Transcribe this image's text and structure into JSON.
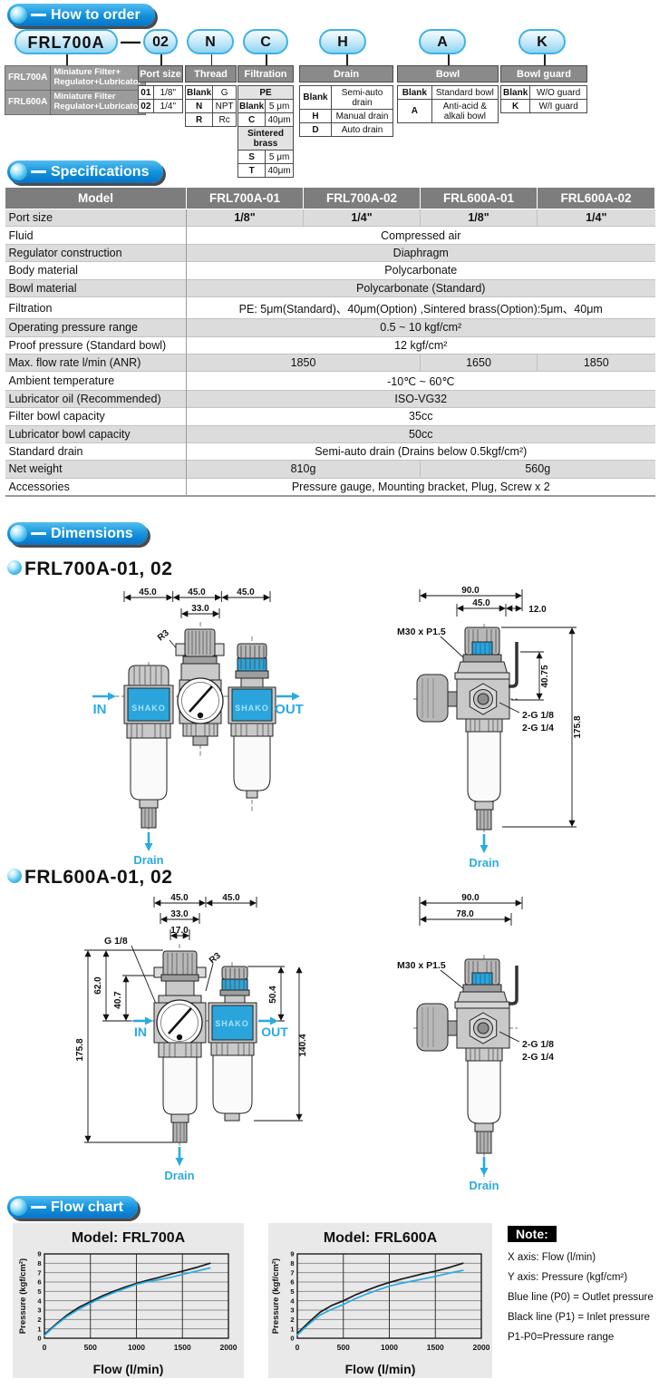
{
  "colors": {
    "accent_blue": "#29abe2",
    "band_blue": "#2aa5dc",
    "table_header_gray": "#7d7d7d",
    "panel_gray": "#e9e9e9",
    "line_black": "#1a1a1a"
  },
  "sections": {
    "how_to_order": "How to order",
    "specifications": "Specifications",
    "dimensions": "Dimensions",
    "flow_chart": "Flow chart"
  },
  "order": {
    "model_code": "FRL700A",
    "separator": "—",
    "codes": [
      "02",
      "N",
      "C",
      "H",
      "A",
      "K"
    ],
    "model_table": [
      {
        "code": "FRL700A",
        "desc": "Miniature Filter+ Regulator+Lubricator"
      },
      {
        "code": "FRL600A",
        "desc": "Miniature Filter Regulator+Lubricator"
      }
    ],
    "columns": [
      {
        "header": "Port size",
        "rows": [
          [
            "01",
            "1/8\""
          ],
          [
            "02",
            "1/4\""
          ]
        ]
      },
      {
        "header": "Thread",
        "rows": [
          [
            "Blank",
            "G"
          ],
          [
            "N",
            "NPT"
          ],
          [
            "R",
            "Rc"
          ]
        ]
      },
      {
        "header": "Filtration",
        "rows": [
          {
            "group": "PE"
          },
          [
            "Blank",
            "5 μm"
          ],
          [
            "C",
            "40μm"
          ],
          {
            "group": "Sintered brass"
          },
          [
            "S",
            "5 μm"
          ],
          [
            "T",
            "40μm"
          ]
        ]
      },
      {
        "header": "Drain",
        "rows": [
          [
            "Blank",
            "Semi-auto drain"
          ],
          [
            "H",
            "Manual drain"
          ],
          [
            "D",
            "Auto drain"
          ]
        ]
      },
      {
        "header": "Bowl",
        "rows": [
          [
            "Blank",
            "Standard bowl"
          ],
          [
            "A",
            "Anti-acid & alkali bowl"
          ]
        ]
      },
      {
        "header": "Bowl guard",
        "rows": [
          [
            "Blank",
            "W/O guard"
          ],
          [
            "K",
            "W/I guard"
          ]
        ]
      }
    ]
  },
  "specs": {
    "headers": [
      "Model",
      "FRL700A-01",
      "FRL700A-02",
      "FRL600A-01",
      "FRL600A-02"
    ],
    "rows": [
      {
        "label": "Port size",
        "bold": true,
        "cells": [
          {
            "t": "1/8\"",
            "s": 1
          },
          {
            "t": "1/4\"",
            "s": 1
          },
          {
            "t": "1/8\"",
            "s": 1
          },
          {
            "t": "1/4\"",
            "s": 1
          }
        ]
      },
      {
        "label": "Fluid",
        "cells": [
          {
            "t": "Compressed air",
            "s": 4
          }
        ]
      },
      {
        "label": "Regulator construction",
        "cells": [
          {
            "t": "Diaphragm",
            "s": 4
          }
        ]
      },
      {
        "label": "Body material",
        "cells": [
          {
            "t": "Polycarbonate",
            "s": 4
          }
        ]
      },
      {
        "label": "Bowl material",
        "cells": [
          {
            "t": "Polycarbonate (Standard)",
            "s": 4
          }
        ]
      },
      {
        "label": "Filtration",
        "cells": [
          {
            "t": "PE: 5μm(Standard)、40μm(Option) ,Sintered brass(Option):5μm、40μm",
            "s": 4
          }
        ]
      },
      {
        "label": "Operating pressure range",
        "cells": [
          {
            "t": "0.5 ~ 10 kgf/cm²",
            "s": 4
          }
        ]
      },
      {
        "label": "Proof pressure (Standard bowl)",
        "cells": [
          {
            "t": "12 kgf/cm²",
            "s": 4
          }
        ]
      },
      {
        "label": "Max. flow rate l/min (ANR)",
        "cells": [
          {
            "t": "1850",
            "s": 2
          },
          {
            "t": "1650",
            "s": 1
          },
          {
            "t": "1850",
            "s": 1
          }
        ]
      },
      {
        "label": "Ambient temperature",
        "cells": [
          {
            "t": "-10℃ ~ 60℃",
            "s": 4
          }
        ]
      },
      {
        "label": "Lubricator oil (Recommended)",
        "cells": [
          {
            "t": "ISO-VG32",
            "s": 4
          }
        ]
      },
      {
        "label": "Filter bowl capacity",
        "cells": [
          {
            "t": "35cc",
            "s": 4
          }
        ]
      },
      {
        "label": "Lubricator bowl capacity",
        "cells": [
          {
            "t": "50cc",
            "s": 4
          }
        ]
      },
      {
        "label": "Standard drain",
        "cells": [
          {
            "t": "Semi-auto drain (Drains below 0.5kgf/cm²)",
            "s": 4
          }
        ]
      },
      {
        "label": "Net weight",
        "cells": [
          {
            "t": "810g",
            "s": 2
          },
          {
            "t": "560g",
            "s": 2
          }
        ]
      },
      {
        "label": "Accessories",
        "cells": [
          {
            "t": "Pressure gauge, Mounting bracket, Plug, Screw x 2",
            "s": 4
          }
        ]
      }
    ]
  },
  "dimensions": {
    "frl700a": {
      "heading": "FRL700A-01, 02",
      "front": {
        "w1": "45.0",
        "w2": "45.0",
        "w3": "45.0",
        "w33": "33.0",
        "r3": "R3",
        "in_label": "IN",
        "out_label": "OUT",
        "brand1": "SHAKO",
        "brand2": "SHAKO",
        "drain": "Drain"
      },
      "side": {
        "w90": "90.0",
        "w45": "45.0",
        "w12": "12.0",
        "m30": "M30 x P1.5",
        "h4075": "40.75",
        "g18": "2-G 1/8",
        "g14": "2-G 1/4",
        "h1758": "175.8",
        "drain": "Drain"
      }
    },
    "frl600a": {
      "heading": "FRL600A-01, 02",
      "front": {
        "w1": "45.0",
        "w2": "45.0",
        "w33": "33.0",
        "w17": "17.0",
        "g18": "G 1/8",
        "r3": "R3",
        "h62": "62.0",
        "h407": "40.7",
        "h504": "50.4",
        "h1758": "175.8",
        "h1404": "140.4",
        "in_label": "IN",
        "out_label": "OUT",
        "brand": "SHAKO",
        "drain": "Drain"
      },
      "side": {
        "w90": "90.0",
        "w78": "78.0",
        "m30": "M30 x P1.5",
        "g18": "2-G 1/8",
        "g14": "2-G 1/4",
        "drain": "Drain"
      }
    }
  },
  "note": {
    "title": "Note:",
    "lines": [
      "X axis: Flow (l/min)",
      "Y axis: Pressure (kgf/cm²)",
      "Blue line (P0) = Outlet pressure",
      "Black line (P1) = Inlet pressure",
      "P1-P0=Pressure range"
    ]
  },
  "chart_data": [
    {
      "type": "line",
      "title": "Model: FRL700A",
      "xlabel": "Flow (l/min)",
      "ylabel": "Pressure (kgf/cm²)",
      "xlim": [
        0,
        2000
      ],
      "ylim": [
        0,
        9
      ],
      "xticks": [
        0,
        500,
        1000,
        1500,
        2000
      ],
      "yticks": [
        0,
        1,
        2,
        3,
        4,
        5,
        6,
        7,
        8,
        9
      ],
      "grid": true,
      "legend_position": "none",
      "series": [
        {
          "name": "P1 (Inlet pressure)",
          "color": "#1a1a1a",
          "x": [
            0,
            125,
            250,
            375,
            500,
            625,
            750,
            875,
            1000,
            1125,
            1250,
            1375,
            1500,
            1650,
            1800
          ],
          "y": [
            0.4,
            1.5,
            2.5,
            3.3,
            3.9,
            4.5,
            5.0,
            5.45,
            5.85,
            6.2,
            6.5,
            6.85,
            7.15,
            7.55,
            8.0
          ]
        },
        {
          "name": "P0 (Outlet pressure)",
          "color": "#29abe2",
          "x": [
            0,
            125,
            250,
            375,
            500,
            625,
            750,
            875,
            1000,
            1125,
            1250,
            1375,
            1500,
            1650,
            1800
          ],
          "y": [
            0.3,
            1.4,
            2.35,
            3.1,
            3.75,
            4.35,
            4.85,
            5.3,
            5.75,
            6.05,
            6.25,
            6.5,
            6.8,
            7.15,
            7.5
          ]
        }
      ]
    },
    {
      "type": "line",
      "title": "Model: FRL600A",
      "xlabel": "Flow (l/min)",
      "ylabel": "Pressure (kgf/cm²)",
      "xlim": [
        0,
        2000
      ],
      "ylim": [
        0,
        9
      ],
      "xticks": [
        0,
        500,
        1000,
        1500,
        2000
      ],
      "yticks": [
        0,
        1,
        2,
        3,
        4,
        5,
        6,
        7,
        8,
        9
      ],
      "grid": true,
      "legend_position": "none",
      "series": [
        {
          "name": "P1 (Inlet pressure)",
          "color": "#1a1a1a",
          "x": [
            0,
            125,
            250,
            375,
            500,
            625,
            750,
            875,
            1000,
            1125,
            1250,
            1375,
            1500,
            1650,
            1800
          ],
          "y": [
            0.5,
            1.7,
            2.8,
            3.5,
            4.0,
            4.6,
            5.1,
            5.55,
            5.95,
            6.3,
            6.6,
            6.9,
            7.15,
            7.55,
            8.0
          ]
        },
        {
          "name": "P0 (Outlet pressure)",
          "color": "#29abe2",
          "x": [
            0,
            125,
            250,
            375,
            500,
            625,
            750,
            875,
            1000,
            1125,
            1250,
            1375,
            1500,
            1650,
            1800
          ],
          "y": [
            0.35,
            1.5,
            2.5,
            3.1,
            3.6,
            4.2,
            4.7,
            5.15,
            5.55,
            5.85,
            6.1,
            6.35,
            6.6,
            6.95,
            7.25
          ]
        }
      ]
    }
  ]
}
